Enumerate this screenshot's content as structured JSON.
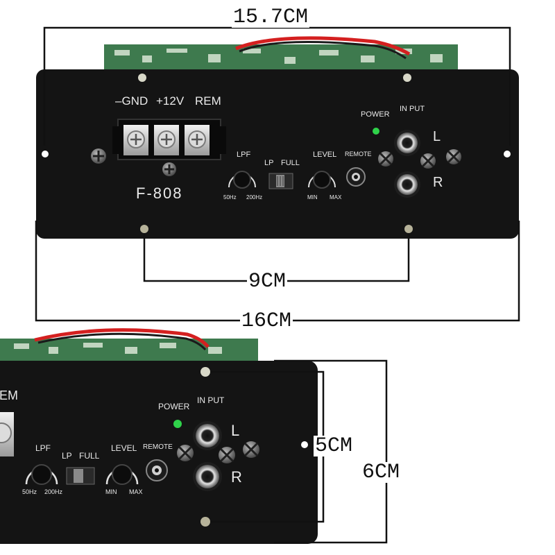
{
  "dimensions": {
    "top_width": "15.7CM",
    "hole_spacing": "9CM",
    "overall_width": "16CM",
    "inner_height": "5CM",
    "outer_height": "6CM"
  },
  "panel": {
    "gnd": "–GND",
    "plus12v": "+12V",
    "rem": "REM",
    "model": "F-808",
    "lpf": "LPF",
    "lpf_min": "50Hz",
    "lpf_max": "200Hz",
    "lp": "LP",
    "full": "FULL",
    "level": "LEVEL",
    "level_min": "MIN",
    "level_max": "MAX",
    "remote": "REMOTE",
    "power": "POWER",
    "input": "IN PUT",
    "left": "L",
    "right": "R"
  },
  "colors": {
    "panel": "#141414",
    "pcb": "#3e7a4e",
    "power_led": "#2fd24a",
    "wire_red": "#d42020"
  },
  "icons": [
    "terminal-screw-icon",
    "rca-jack-icon",
    "knob-icon",
    "switch-icon",
    "screw-icon",
    "led-icon"
  ]
}
